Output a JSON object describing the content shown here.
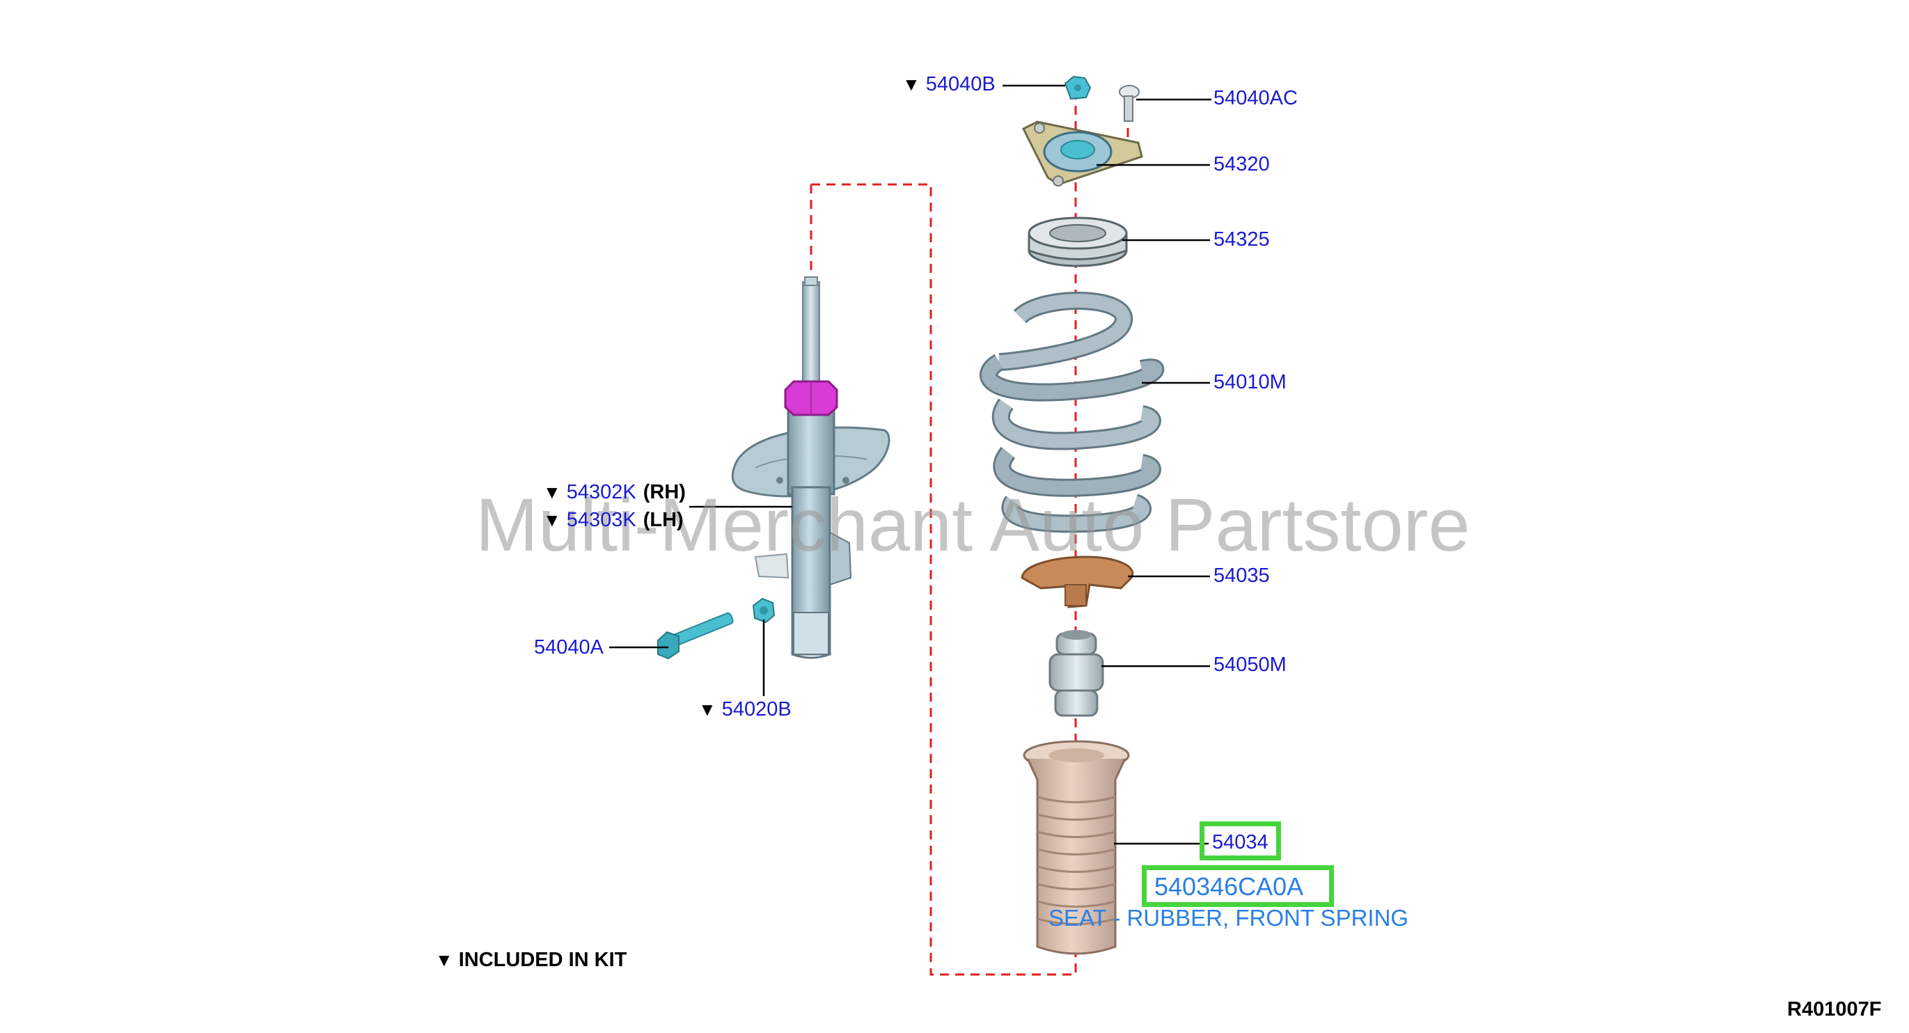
{
  "diagram": {
    "reference_code": "R401007F",
    "kit_note": {
      "marker": "▼",
      "label": "INCLUDED IN KIT"
    },
    "watermark": "Multi-Merchant Auto Partstore",
    "highlight": {
      "callout": "54034",
      "part_number": "540346CA0A",
      "description": "SEAT - RUBBER, FRONT SPRING"
    },
    "colors": {
      "callout_text": "#1a1ad0",
      "leader_dash": "#e02020",
      "highlight_border": "#45d43c",
      "highlight_text": "#2a7fe6",
      "strut_body": "#a9c3cf",
      "strut_nut": "#d93bd6",
      "fastener": "#49bfd1",
      "mount_plate": "#d2c99a",
      "spring": "#9fb2bc",
      "spring_seat": "#c98a5a",
      "dust_boot": "#d8bba8"
    },
    "callouts": [
      {
        "id": "54040B",
        "in_kit": true,
        "side": ""
      },
      {
        "id": "54040AC",
        "in_kit": false,
        "side": ""
      },
      {
        "id": "54320",
        "in_kit": false,
        "side": ""
      },
      {
        "id": "54325",
        "in_kit": false,
        "side": ""
      },
      {
        "id": "54010M",
        "in_kit": false,
        "side": ""
      },
      {
        "id": "54302K",
        "in_kit": true,
        "side": "(RH)"
      },
      {
        "id": "54303K",
        "in_kit": true,
        "side": "(LH)"
      },
      {
        "id": "54035",
        "in_kit": false,
        "side": ""
      },
      {
        "id": "54050M",
        "in_kit": false,
        "side": ""
      },
      {
        "id": "54040A",
        "in_kit": false,
        "side": ""
      },
      {
        "id": "54020B",
        "in_kit": true,
        "side": ""
      },
      {
        "id": "54034",
        "in_kit": false,
        "side": ""
      }
    ]
  }
}
